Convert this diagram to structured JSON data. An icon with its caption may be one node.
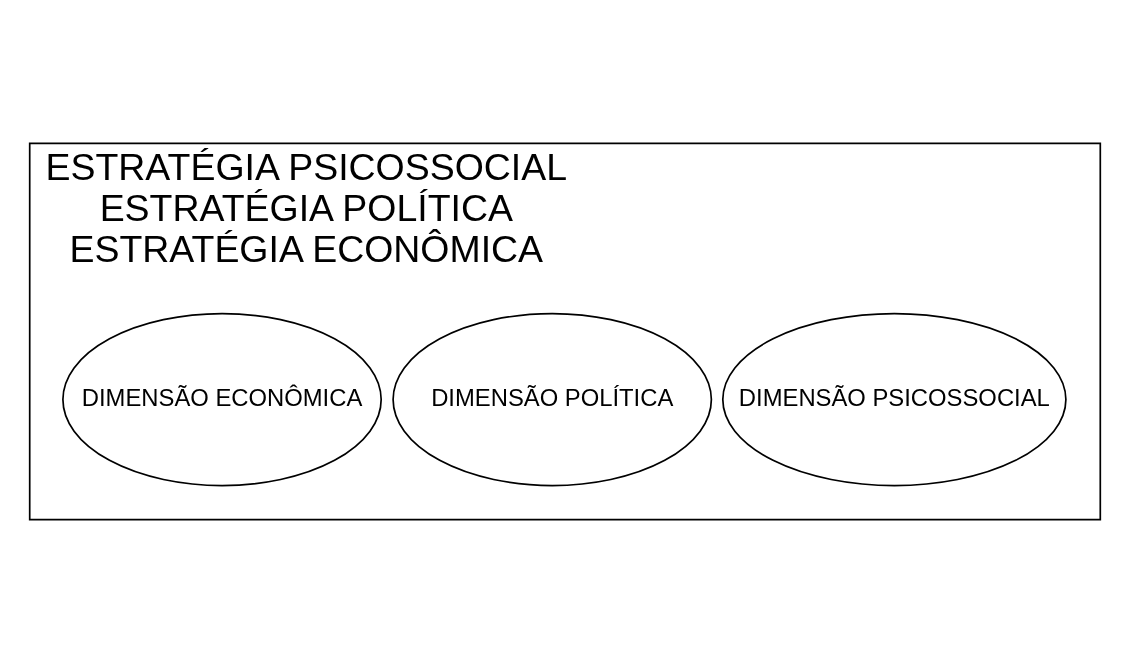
{
  "diagram": {
    "nodes": [
      {
        "text": [
          "ESTRATÉGIA PSICOSSOCIAL",
          "ESTRATÉGIA POLÍTICA",
          "ESTRATÉGIA ECONÔMICA"
        ]
      },
      {
        "text": [
          "DIMENSÃO PSICOSSOCIAL"
        ],
        "in": 0
      },
      {
        "text": [
          "DIMENSÃO POLÍTICA"
        ],
        "in": 0
      },
      {
        "text": [
          "DIMENSÃO ECONÔMICA"
        ],
        "in": 0
      }
    ],
    "edges": []
  }
}
